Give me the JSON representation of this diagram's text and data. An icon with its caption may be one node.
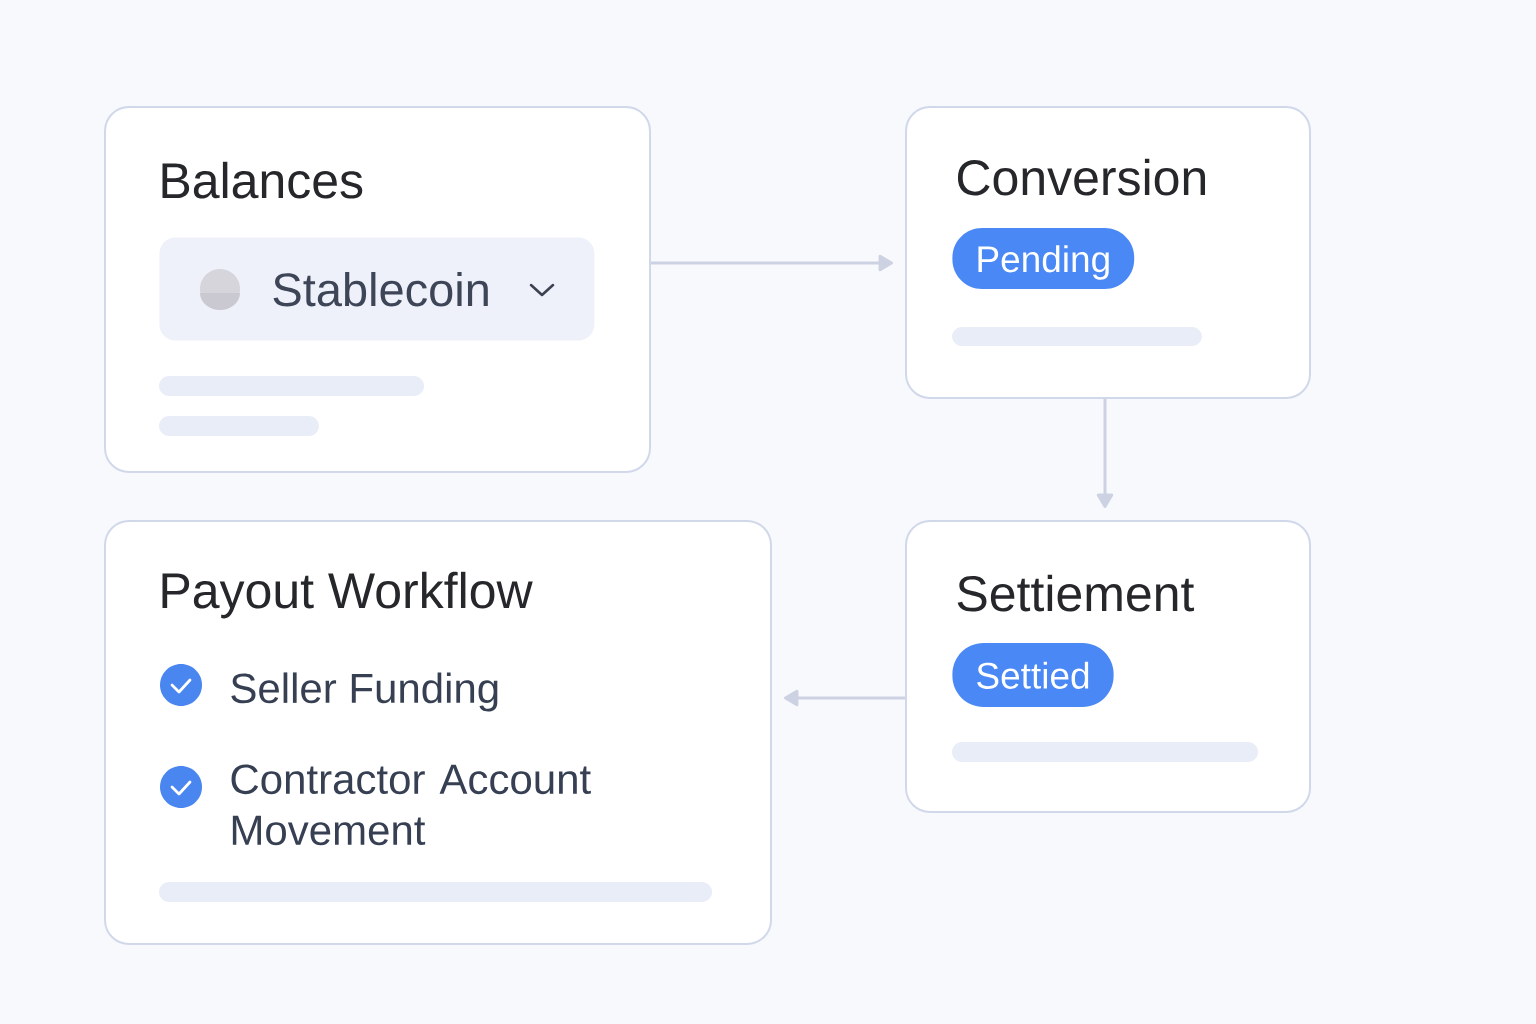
{
  "diagram": {
    "nodes": [
      {
        "text": [
          "Balances"
        ]
      },
      {
        "text": [
          "Stablecoin"
        ],
        "in": 0
      },
      {
        "text": [
          "Conversion"
        ]
      },
      {
        "text": [
          "Pending"
        ],
        "in": 2
      },
      {
        "text": [
          "Settiement"
        ]
      },
      {
        "text": [
          "Settied"
        ],
        "in": 4
      },
      {
        "text": [
          "Payout Workflow",
          "Seller Funding",
          "Contractor Account Movement"
        ]
      }
    ],
    "edges": [
      {
        "from": 0,
        "to": 2,
        "arrow": "to"
      },
      {
        "from": 2,
        "to": 4,
        "arrow": "to"
      },
      {
        "from": 4,
        "to": 6,
        "arrow": "to"
      }
    ]
  }
}
